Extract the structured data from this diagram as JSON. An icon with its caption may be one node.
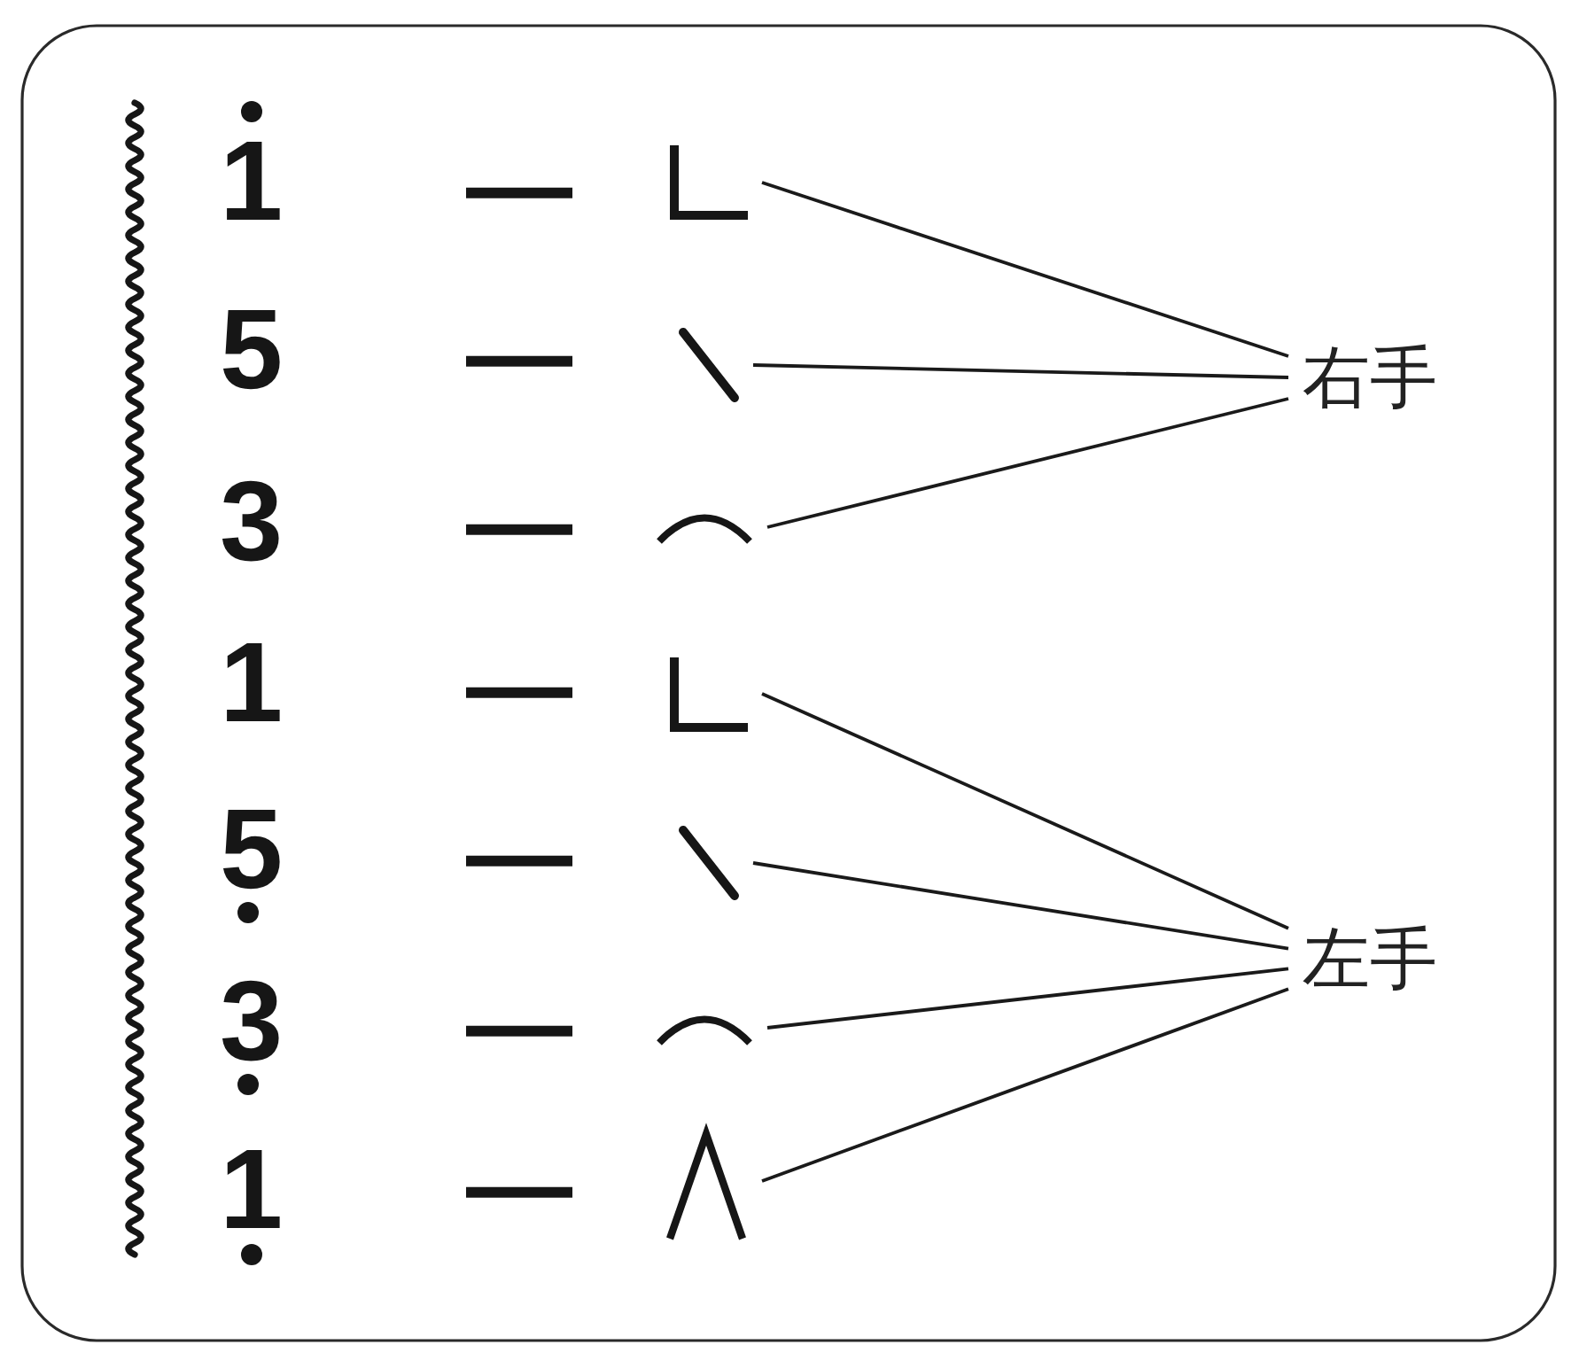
{
  "diagram": {
    "nodes": [
      {
        "text": [],
        "shape": "corner"
      },
      {
        "text": [],
        "shape": "slash"
      },
      {
        "text": [],
        "shape": "arc"
      },
      {
        "text": [],
        "shape": "corner"
      },
      {
        "text": [],
        "shape": "slash"
      },
      {
        "text": [],
        "shape": "arc"
      },
      {
        "text": [],
        "shape": "caret"
      },
      {
        "text": [
          "右手"
        ]
      },
      {
        "text": [
          "左手"
        ]
      }
    ],
    "edges": [
      {
        "from": 0,
        "to": 7,
        "arrow": "none"
      },
      {
        "from": 1,
        "to": 7,
        "arrow": "none"
      },
      {
        "from": 2,
        "to": 7,
        "arrow": "none"
      },
      {
        "from": 3,
        "to": 8,
        "arrow": "none"
      },
      {
        "from": 4,
        "to": 8,
        "arrow": "none"
      },
      {
        "from": 5,
        "to": 8,
        "arrow": "none"
      },
      {
        "from": 6,
        "to": 8,
        "arrow": "none"
      }
    ],
    "labels": [
      "1",
      "—",
      "5",
      "—",
      "3",
      "—",
      "1",
      "—",
      "5",
      "—",
      "3",
      "—",
      "1",
      "—"
    ]
  }
}
